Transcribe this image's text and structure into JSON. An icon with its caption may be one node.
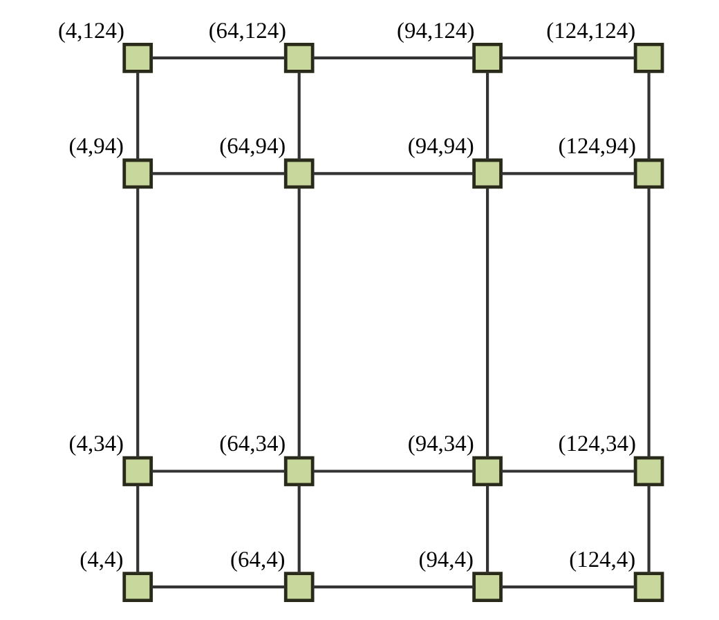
{
  "diagram": {
    "nodes": [
      {
        "text": [],
        "shape": "box",
        "beside": [
          "(4,124)"
        ]
      },
      {
        "text": [],
        "shape": "box",
        "beside": [
          "(64,124)"
        ]
      },
      {
        "text": [],
        "shape": "box",
        "beside": [
          "(94,124)"
        ]
      },
      {
        "text": [],
        "shape": "box",
        "beside": [
          "(124,124)"
        ]
      },
      {
        "text": [],
        "shape": "box",
        "beside": [
          "(4,94)"
        ]
      },
      {
        "text": [],
        "shape": "box",
        "beside": [
          "(64,94)"
        ]
      },
      {
        "text": [],
        "shape": "box",
        "beside": [
          "(94,94)"
        ]
      },
      {
        "text": [],
        "shape": "box",
        "beside": [
          "(124,94)"
        ]
      },
      {
        "text": [],
        "shape": "box",
        "beside": [
          "(4,34)"
        ]
      },
      {
        "text": [],
        "shape": "box",
        "beside": [
          "(64,34)"
        ]
      },
      {
        "text": [],
        "shape": "box",
        "beside": [
          "(94,34)"
        ]
      },
      {
        "text": [],
        "shape": "box",
        "beside": [
          "(124,34)"
        ]
      },
      {
        "text": [],
        "shape": "box",
        "beside": [
          "(4,4)"
        ]
      },
      {
        "text": [],
        "shape": "box",
        "beside": [
          "(64,4)"
        ]
      },
      {
        "text": [],
        "shape": "box",
        "beside": [
          "(94,4)"
        ]
      },
      {
        "text": [],
        "shape": "box",
        "beside": [
          "(124,4)"
        ]
      }
    ],
    "edges": [
      {
        "from": 0,
        "to": 1,
        "arrow": "none"
      },
      {
        "from": 1,
        "to": 2,
        "arrow": "none"
      },
      {
        "from": 2,
        "to": 3,
        "arrow": "none"
      },
      {
        "from": 4,
        "to": 5,
        "arrow": "none"
      },
      {
        "from": 5,
        "to": 6,
        "arrow": "none"
      },
      {
        "from": 6,
        "to": 7,
        "arrow": "none"
      },
      {
        "from": 8,
        "to": 9,
        "arrow": "none"
      },
      {
        "from": 9,
        "to": 10,
        "arrow": "none"
      },
      {
        "from": 10,
        "to": 11,
        "arrow": "none"
      },
      {
        "from": 12,
        "to": 13,
        "arrow": "none"
      },
      {
        "from": 13,
        "to": 14,
        "arrow": "none"
      },
      {
        "from": 14,
        "to": 15,
        "arrow": "none"
      },
      {
        "from": 0,
        "to": 4,
        "arrow": "none"
      },
      {
        "from": 4,
        "to": 8,
        "arrow": "none"
      },
      {
        "from": 8,
        "to": 12,
        "arrow": "none"
      },
      {
        "from": 1,
        "to": 5,
        "arrow": "none"
      },
      {
        "from": 5,
        "to": 9,
        "arrow": "none"
      },
      {
        "from": 9,
        "to": 13,
        "arrow": "none"
      },
      {
        "from": 2,
        "to": 6,
        "arrow": "none"
      },
      {
        "from": 6,
        "to": 10,
        "arrow": "none"
      },
      {
        "from": 10,
        "to": 14,
        "arrow": "none"
      },
      {
        "from": 3,
        "to": 7,
        "arrow": "none"
      },
      {
        "from": 7,
        "to": 11,
        "arrow": "none"
      },
      {
        "from": 11,
        "to": 15,
        "arrow": "none"
      }
    ]
  }
}
